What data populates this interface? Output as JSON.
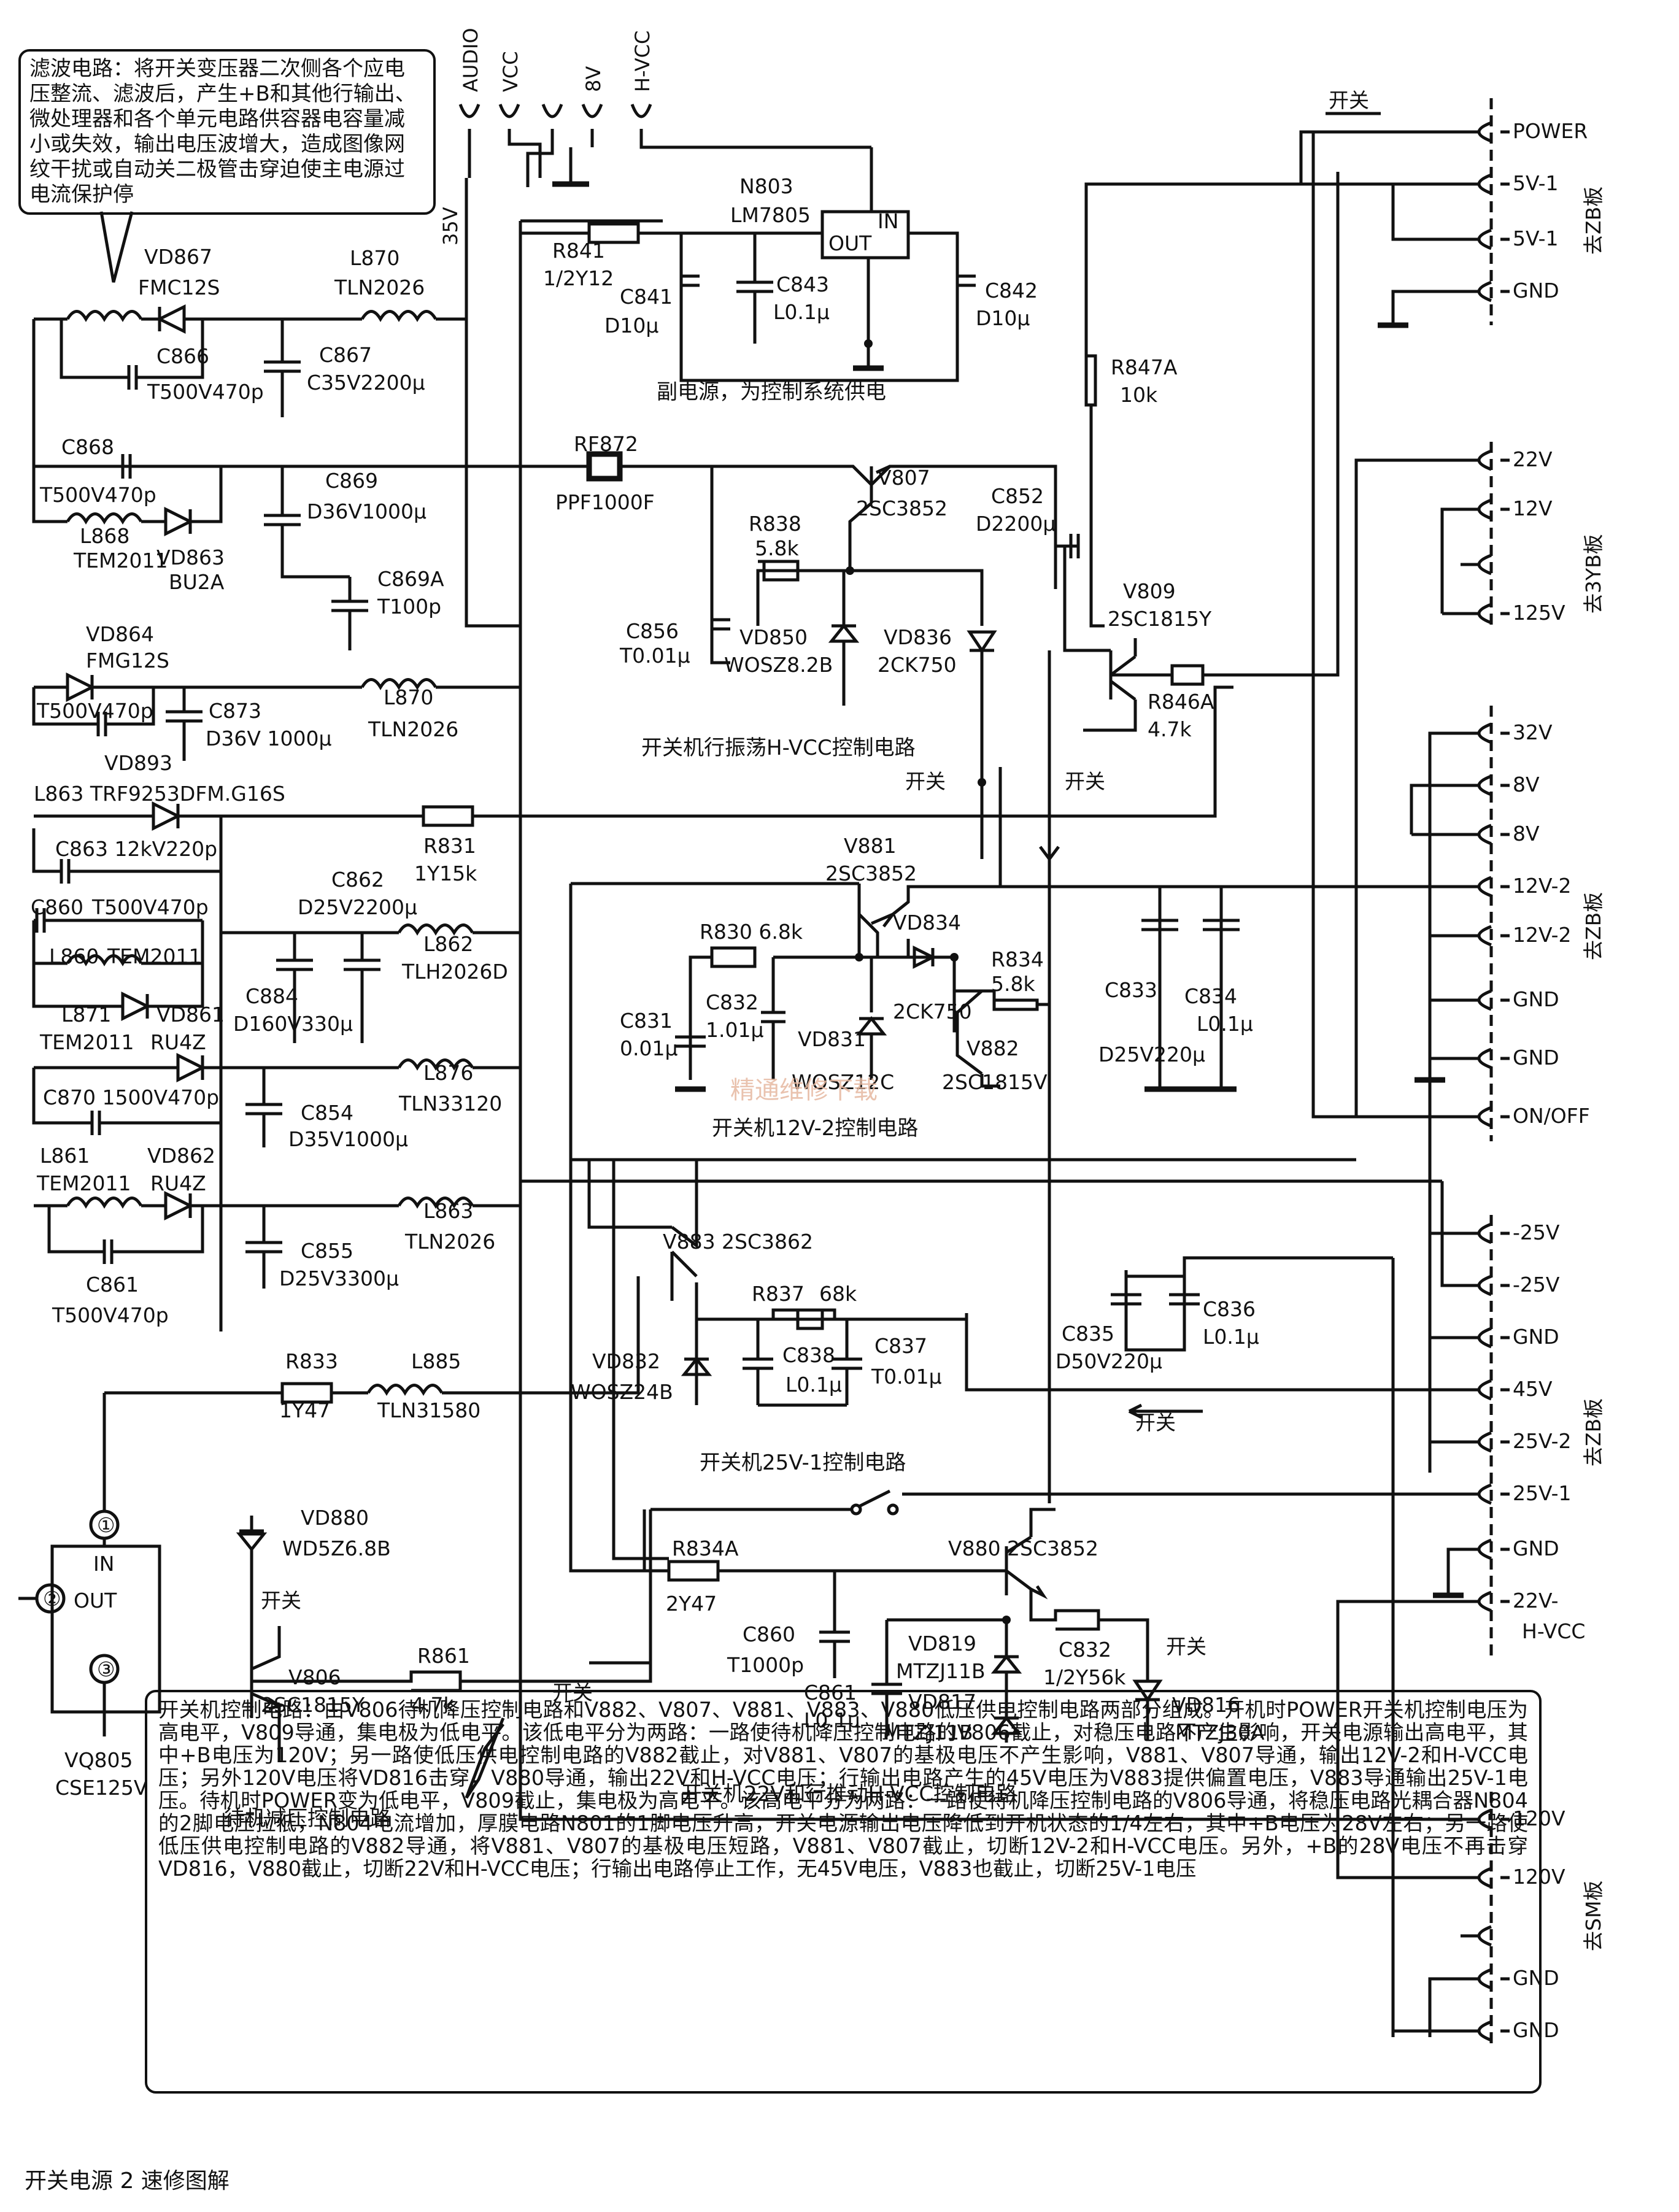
{
  "caption": "开关电源 2 速修图解",
  "notes": {
    "filter": "滤波电路：将开关变压器二次侧各个应电压整流、滤波后，产生+B和其他行输出、微处理器和各个单元电路供容器电容量减小或失效，输出电压波增大，造成图像网纹干扰或自动关二极管击穿迫使主电源过电流保护停",
    "control": "开关机控制电路：由V806待机降压控制电路和V882、V807、V881、V883、V880低压供电控制电路两部分组成。开机时POWER开关机控制电压为高电平，V809导通，集电极为低电平。该低电平分为两路：一路使待机降压控制电路的V806截止，对稳压电路不产生影响，开关电源输出高电平，其中+B电压为120V；另一路使低压供电控制电路的V882截止，对V881、V807的基极电压不产生影响，V881、V807导通，输出12V-2和H-VCC电压；另外120V电压将VD816击穿，V880导通，输出22V和H-VCC电压；行输出电路产生的45V电压为V883提供偏置电压，V883导通输出25V-1电压。待机时POWER变为低电平，V809截止，集电极为高电平。该高电平分为两路：一路使待机降压控制电路的V806导通，将稳压电路光耦合器N804的2脚电压拉低，N804电流增加，厚膜电路N801的1脚电压升高，开关电源输出电压降低到开机状态的1/4左右，其中+B电压为28V左右；另一路使低压供电控制电路的V882导通，将V881、V807的基极电压短路，V881、V807截止，切断12V-2和H-VCC电压。另外，+B的28V电压不再击穿VD816，V880截止，切断22V和H-VCC电压；行输出电路停止工作，无45V电压，V883也截止，切断25V-1电压"
  },
  "top_terminals": [
    "AUDIO",
    "VCC",
    "8V",
    "H-VCC",
    "35V"
  ],
  "connectors": {
    "zb1": {
      "board": "去ZB板",
      "pins": [
        "POWER",
        "5V-1",
        "5V-1",
        "GND"
      ]
    },
    "yb3": {
      "board": "去3YB板",
      "pins": [
        "22V",
        "12V",
        "125V"
      ]
    },
    "zb2": {
      "board": "去ZB板",
      "pins": [
        "32V",
        "8V",
        "8V",
        "12V-2",
        "12V-2",
        "GND",
        "GND",
        "ON/OFF"
      ]
    },
    "zb3": {
      "board": "去ZB板",
      "pins": [
        "-25V",
        "-25V",
        "GND",
        "45V",
        "25V-2",
        "25V-1",
        "GND",
        "22V-",
        "H-VCC"
      ]
    },
    "sm": {
      "board": "去SM板",
      "pins": [
        "120V",
        "120V",
        "GND",
        "GND"
      ]
    }
  },
  "switch_label": "开关",
  "section_titles": {
    "aux": "副电源，为控制系统供电",
    "hvcc": "开关机行振荡H-VCC控制电路",
    "v12": "开关机12V-2控制电路",
    "v25": "开关机25V-1控制电路",
    "v22": "开关机22V和行推动H-VCC控制电路",
    "standby": "待机减压控制电路"
  },
  "components": {
    "vd867": [
      "VD867",
      "FMC12S"
    ],
    "l870a": [
      "L870",
      "TLN2026"
    ],
    "c866": [
      "C866",
      "T500V470p"
    ],
    "c867": [
      "C867",
      "C35V2200μ"
    ],
    "c868": [
      "C868",
      "T500V470p"
    ],
    "l868": [
      "L868",
      "TEM2011"
    ],
    "vd863": [
      "VD863",
      "BU2A"
    ],
    "c869": [
      "C869",
      "D36V1000μ"
    ],
    "c869a": [
      "C869A",
      "T100p"
    ],
    "vd864": [
      "VD864",
      "FMG12S"
    ],
    "c873": [
      "C873",
      "D36V 1000μ"
    ],
    "vd893": [
      "T500V470p",
      "VD893"
    ],
    "l870b": [
      "L870",
      "TLN2026"
    ],
    "l863a": [
      "L863 TRF9253DFM.G16S"
    ],
    "c863": [
      "C863 12kV220p"
    ],
    "c860a": [
      "C860",
      "T500V470p"
    ],
    "l860": [
      "L860",
      "TEM2011"
    ],
    "l871": [
      "L871",
      "TEM2011"
    ],
    "vd861": [
      "VD861",
      "RU4Z"
    ],
    "c870": [
      "C870 1500V470p"
    ],
    "l861": [
      "L861",
      "TEM2011"
    ],
    "vd862": [
      "VD862",
      "RU4Z"
    ],
    "c861a": [
      "C861",
      "T500V470p"
    ],
    "r831": [
      "R831",
      "1Y15k"
    ],
    "c862": [
      "C862",
      "D25V2200μ"
    ],
    "l862": [
      "L862",
      "TLH2026D"
    ],
    "c884": [
      "C884",
      "D160V330μ"
    ],
    "l876": [
      "L876",
      "TLN33120"
    ],
    "c854": [
      "C854",
      "D35V1000μ"
    ],
    "l863b": [
      "L863",
      "TLN2026"
    ],
    "c855": [
      "C855",
      "D25V3300μ"
    ],
    "r833": [
      "R833",
      "1Y47"
    ],
    "l885": [
      "L885",
      "TLN31580"
    ],
    "n803": [
      "N803",
      "LM7805"
    ],
    "r841": [
      "R841",
      "1/2Y12"
    ],
    "c841": [
      "C841",
      "D10μ"
    ],
    "c843": [
      "C843",
      "L0.1μ"
    ],
    "c842": [
      "C842",
      "D10μ"
    ],
    "r847a": [
      "R847A",
      "10k"
    ],
    "rf872": [
      "RF872",
      "PPF1000F"
    ],
    "v807": [
      "V807",
      "2SC3852"
    ],
    "c852": [
      "C852",
      "D2200μ"
    ],
    "r838": [
      "R838",
      "5.8k"
    ],
    "c856": [
      "C856",
      "T0.01μ"
    ],
    "vd850": [
      "VD850",
      "WOSZ8.2B"
    ],
    "vd836": [
      "VD836",
      "2CK750"
    ],
    "v809": [
      "V809",
      "2SC1815Y"
    ],
    "r846a": [
      "R846A",
      "4.7k"
    ],
    "v881": [
      "V881",
      "2SC3852"
    ],
    "r830": [
      "R830 6.8k"
    ],
    "vd834": [
      "VD834"
    ],
    "r834": [
      "R834",
      "5.8k"
    ],
    "c831": [
      "C831",
      "0.01μ"
    ],
    "c832a": [
      "C832",
      "1.01μ"
    ],
    "vd831": [
      "VD831"
    ],
    "ck750": [
      "2CK750"
    ],
    "v882": [
      "V882",
      "2SC1815V"
    ],
    "wosz12c": [
      "WOSZ12C"
    ],
    "c833": [
      "C833",
      "D25V220μ"
    ],
    "c834": [
      "C834",
      "L0.1μ"
    ],
    "v883": [
      "V883  2SC3862"
    ],
    "r837": [
      "R837",
      "68k"
    ],
    "c838": [
      "C838",
      "L0.1μ"
    ],
    "c837": [
      "C837",
      "T0.01μ"
    ],
    "vd832": [
      "VD832",
      "WOSZ24B"
    ],
    "c835": [
      "C835",
      "D50V220μ"
    ],
    "c836": [
      "C836",
      "L0.1μ"
    ],
    "vq805": [
      "VQ805",
      "CSE125V"
    ],
    "vq_in": "IN",
    "vq_out": "OUT",
    "vq_pins": [
      "①",
      "②",
      "③"
    ],
    "vd880": [
      "VD880",
      "WD5Z6.8B"
    ],
    "v806": [
      "V806",
      "2SC1815Y"
    ],
    "r861": [
      "R861",
      "4.7k"
    ],
    "r834a": [
      "R834A",
      "2Y47"
    ],
    "c860b": [
      "C860",
      "T1000p"
    ],
    "c861b": [
      "C861",
      "L0.1μ"
    ],
    "v880": [
      "V880  2SC3852"
    ],
    "vd819": [
      "VD819",
      "MTZJ11B"
    ],
    "vd817": [
      "VD817",
      "MTZJ11B"
    ],
    "c832b": [
      "C832",
      "1/2Y56k"
    ],
    "vd816": [
      "VD816",
      "MTZJ30A"
    ]
  },
  "watermark": "精通维修下载"
}
